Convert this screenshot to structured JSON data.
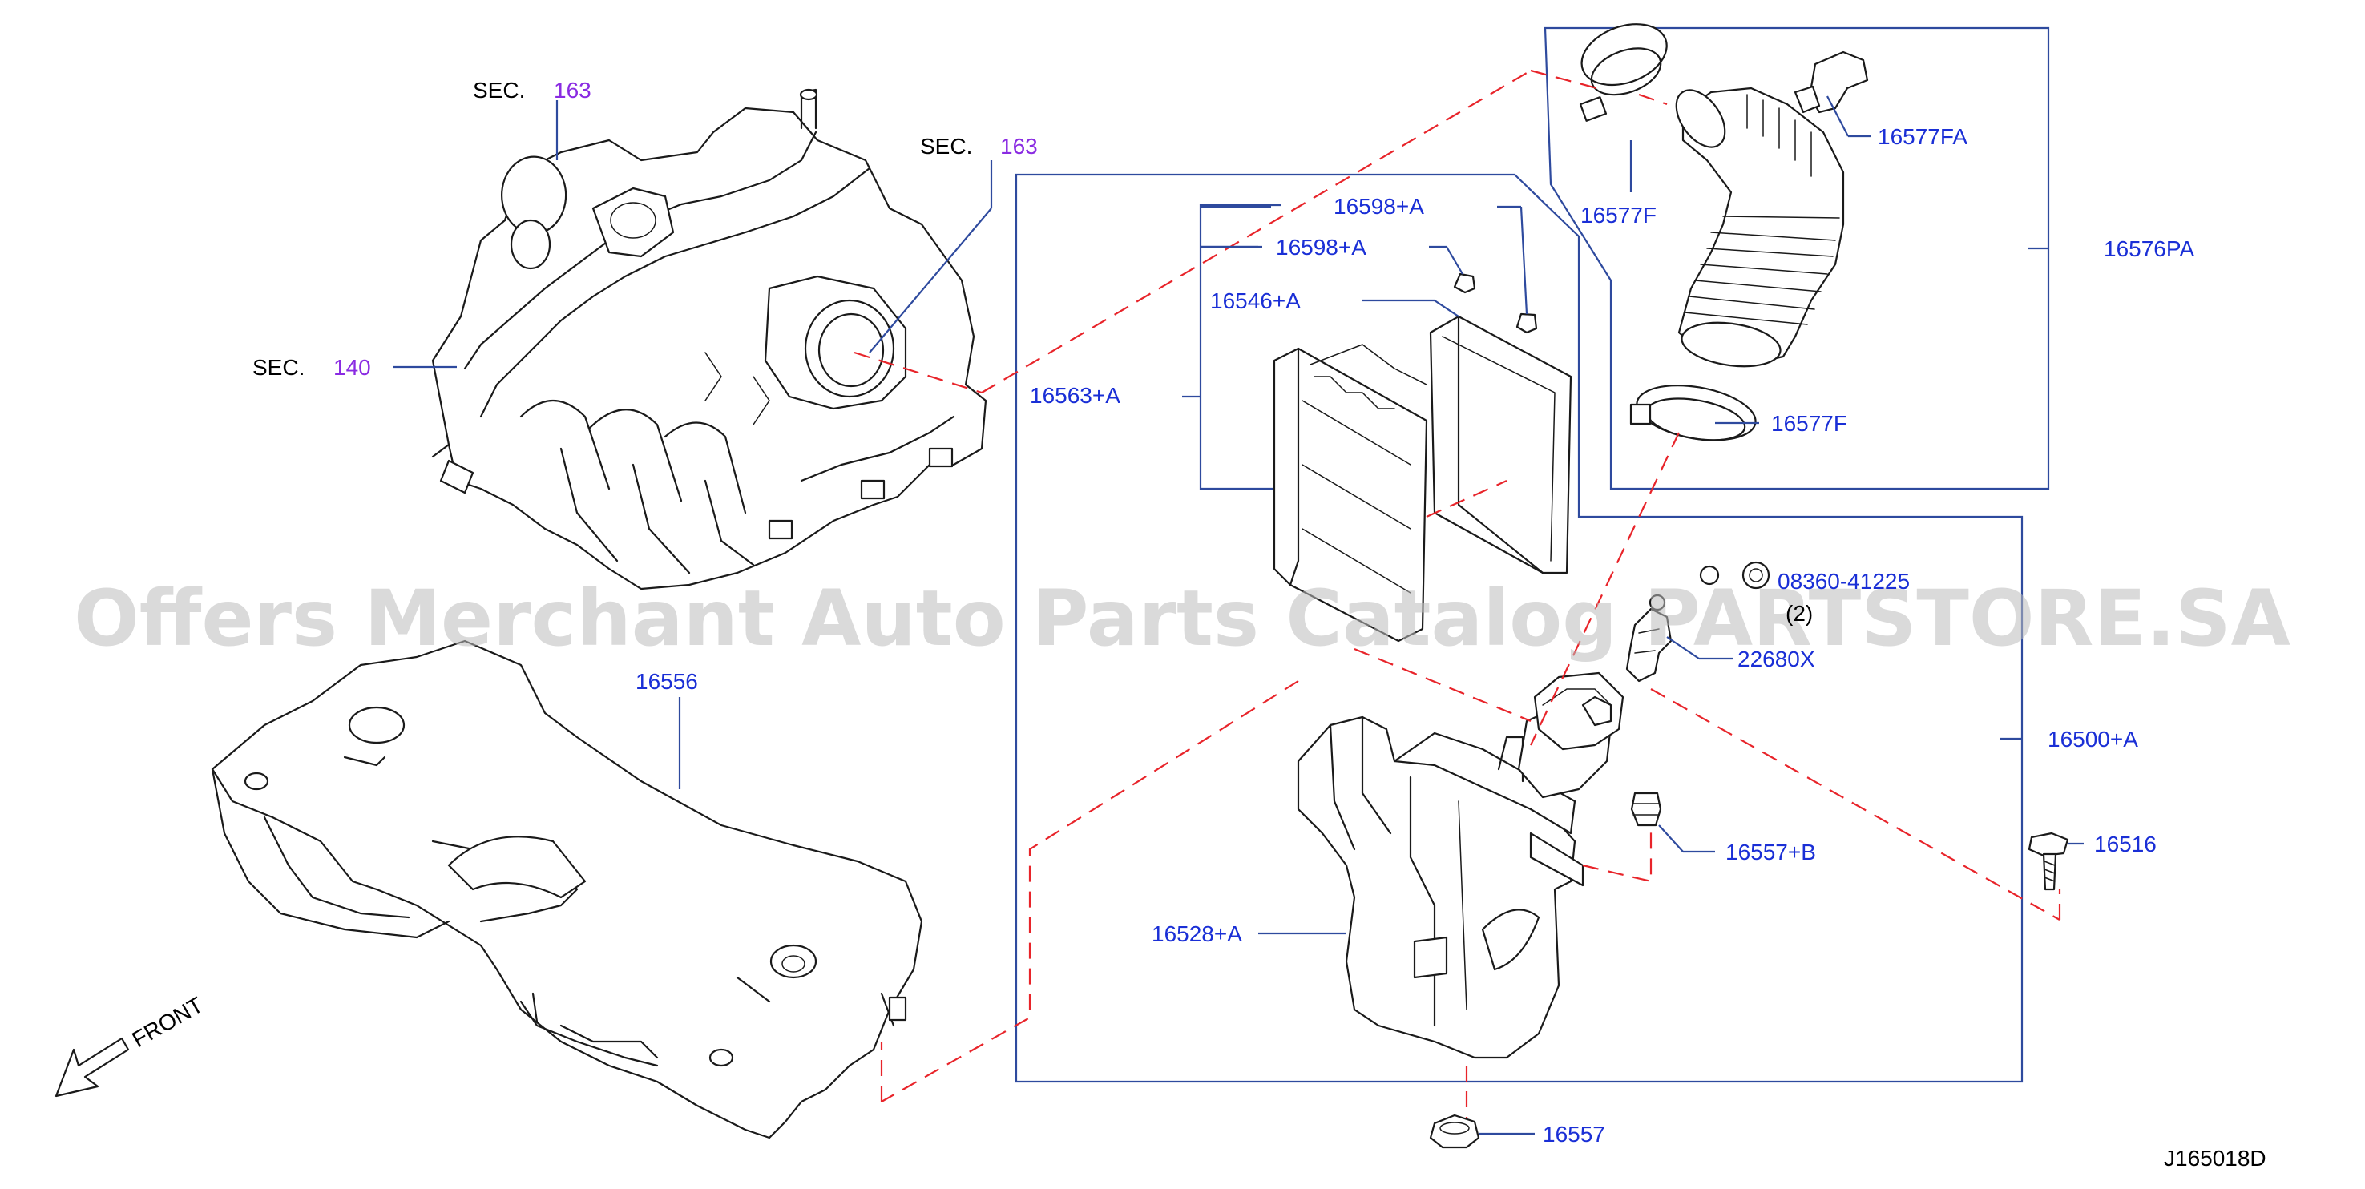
{
  "diagram_code": "J165018D",
  "watermark": "Offers Merchant Auto Parts Catalog PARTSTORE.SA",
  "front_label": "FRONT",
  "sec_labels": [
    {
      "prefix": "SEC.",
      "number": "163"
    },
    {
      "prefix": "SEC.",
      "number": "163"
    },
    {
      "prefix": "SEC.",
      "number": "140"
    }
  ],
  "part_labels": {
    "p16598a_1": "16598+A",
    "p16598a_2": "16598+A",
    "p16546a": "16546+A",
    "p16563a": "16563+A",
    "p16577fa": "16577FA",
    "p16577f_1": "16577F",
    "p16577f_2": "16577F",
    "p16576pa": "16576PA",
    "p08360": "08360-41225",
    "p08360_qty": "(2)",
    "p22680x": "22680X",
    "p16500a": "16500+A",
    "p16556": "16556",
    "p16557b": "16557+B",
    "p16516": "16516",
    "p16528a": "16528+A",
    "p16557": "16557"
  },
  "colors": {
    "part_number": "#1a2fd6",
    "section_number": "#8a2be2",
    "frame_line": "#2e4a9e",
    "dashed_line": "#e8242a",
    "outline": "#1a1a1a"
  }
}
